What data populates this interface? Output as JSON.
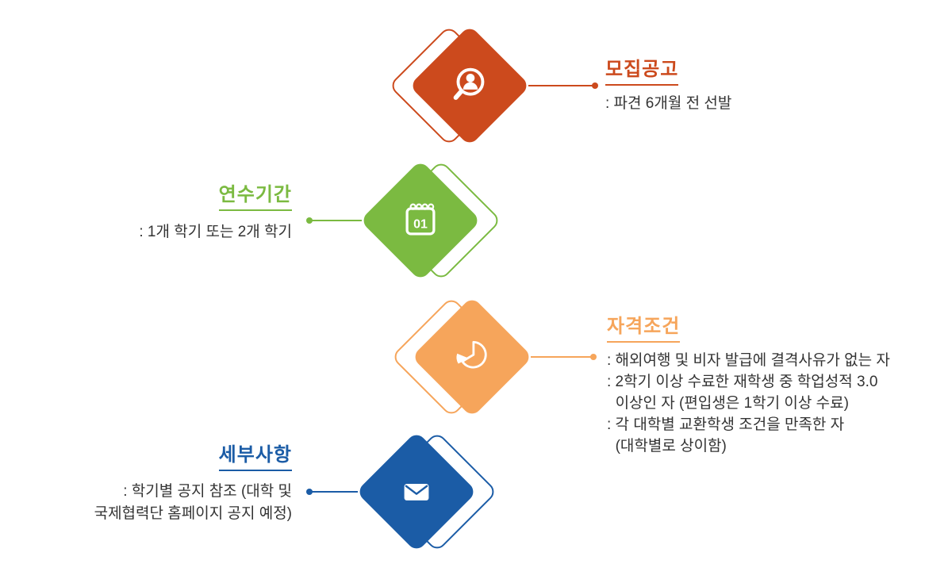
{
  "page": {
    "background": "#ffffff"
  },
  "text_color": "#333333",
  "items": [
    {
      "title": "모집공고",
      "lines": [
        ": 파견 6개월 전 선발"
      ],
      "color": "#cc4a1d",
      "side": "right",
      "icon": "person-search-icon"
    },
    {
      "title": "연수기간",
      "lines": [
        ": 1개 학기 또는 2개 학기"
      ],
      "color": "#7bba41",
      "side": "left",
      "icon": "calendar-icon",
      "icon_label": "01"
    },
    {
      "title": "자격조건",
      "lines": [
        ": 해외여행 및 비자 발급에 결격사유가 없는 자",
        ": 2학기 이상 수료한 재학생 중 학업성적 3.0",
        "  이상인 자 (편입생은 1학기 이상 수료)",
        ": 각 대학별 교환학생 조건을 만족한 자",
        "  (대학별로 상이함)"
      ],
      "color": "#f6a55b",
      "side": "right",
      "icon": "pie-chart-icon"
    },
    {
      "title": "세부사항",
      "lines": [
        ": 학기별 공지 참조 (대학 및",
        "국제협력단 홈페이지 공지 예정)"
      ],
      "color": "#1b5ca6",
      "side": "left",
      "icon": "envelope-icon"
    }
  ]
}
